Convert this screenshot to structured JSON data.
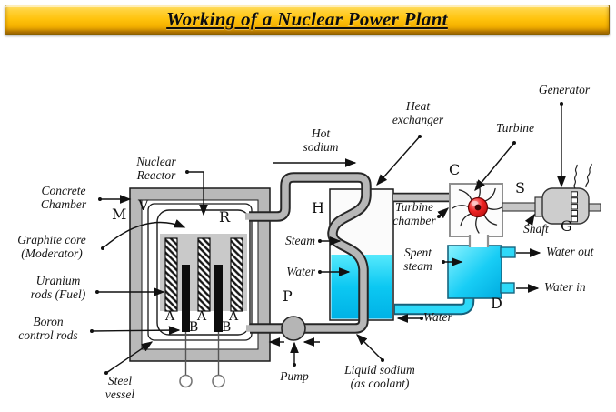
{
  "title": "Working of a Nuclear Power Plant",
  "labels": {
    "concrete_chamber": "Concrete\nChamber",
    "nuclear_reactor": "Nuclear\nReactor",
    "graphite_core": "Graphite core\n(Moderator)",
    "uranium_rods": "Uranium\nrods (Fuel)",
    "boron_rods": "Boron\ncontrol rods",
    "steel_vessel": "Steel\nvessel",
    "hot_sodium": "Hot\nsodium",
    "heat_exchanger": "Heat\nexchanger",
    "turbine": "Turbine",
    "generator": "Generator",
    "steam": "Steam",
    "water": "Water",
    "pump": "Pump",
    "liquid_sodium": "Liquid sodium\n(as coolant)",
    "turbine_chamber": "Turbine\nchamber",
    "spent_steam": "Spent\nsteam",
    "water_return": "Water",
    "water_out": "Water out",
    "water_in": "Water in",
    "shaft": "Shaft"
  },
  "letters": {
    "m": "M",
    "v": "V",
    "r": "R",
    "h": "H",
    "p": "P",
    "c": "C",
    "s": "S",
    "g": "G",
    "d": "D",
    "a": "A",
    "b": "B"
  },
  "colors": {
    "banner_gold": "#FFC30D",
    "water_cyan": "#1ED3F5",
    "turbine_red": "#E02020",
    "pipe_gray": "#B7B7B7",
    "concrete_gray": "#B9B9B9"
  }
}
